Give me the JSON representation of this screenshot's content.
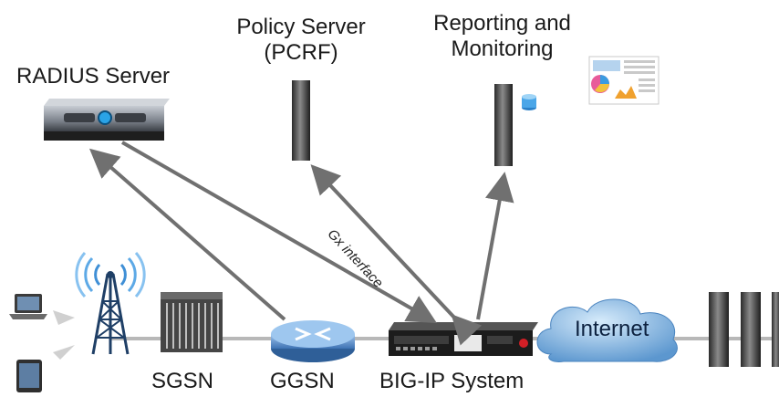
{
  "labels": {
    "radius_server": "RADIUS Server",
    "policy_server_line1": "Policy Server",
    "policy_server_line2": "(PCRF)",
    "reporting_line1": "Reporting and",
    "reporting_line2": "Monitoring",
    "gx_interface": "Gx interface",
    "internet": "Internet",
    "sgsn": "SGSN",
    "ggsn": "GGSN",
    "bigip": "BIG-IP System"
  },
  "icons": [
    "laptop-icon",
    "tablet-icon",
    "cell-tower-icon",
    "sgsn-rack-icon",
    "ggsn-router-icon",
    "bigip-appliance-icon",
    "internet-cloud-icon",
    "radius-server-icon",
    "pcrf-server-icon",
    "reporting-server-icon",
    "database-icon",
    "dashboard-report-icon",
    "server-rack-icon"
  ],
  "colors": {
    "arrow": "#707070",
    "line": "#b0b0b0",
    "cloud": "#6aa6d8",
    "router": "#5b8fc9"
  }
}
